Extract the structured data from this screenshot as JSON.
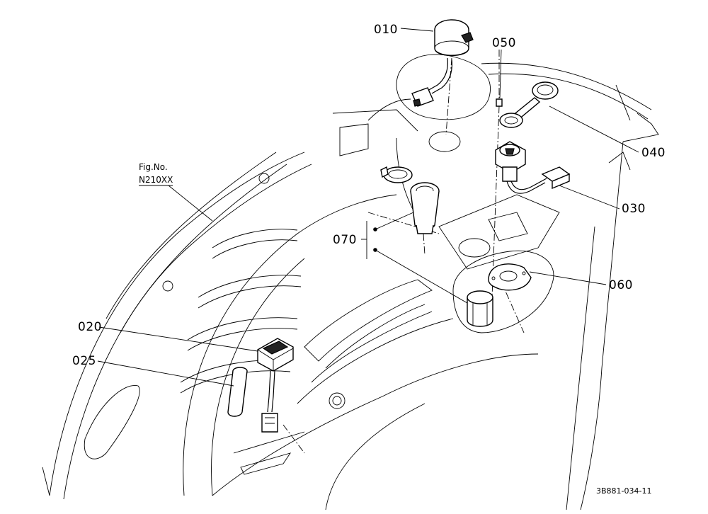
{
  "figure": {
    "fig_no_label": "Fig.No.",
    "fig_no_value": "N210XX",
    "drawing_code": "3B881-034-11"
  },
  "parts": [
    {
      "id": "p010",
      "label": "010"
    },
    {
      "id": "p020",
      "label": "020"
    },
    {
      "id": "p025",
      "label": "025"
    },
    {
      "id": "p030",
      "label": "030"
    },
    {
      "id": "p040",
      "label": "040"
    },
    {
      "id": "p050",
      "label": "050"
    },
    {
      "id": "p060",
      "label": "060"
    },
    {
      "id": "p070",
      "label": "070"
    }
  ]
}
